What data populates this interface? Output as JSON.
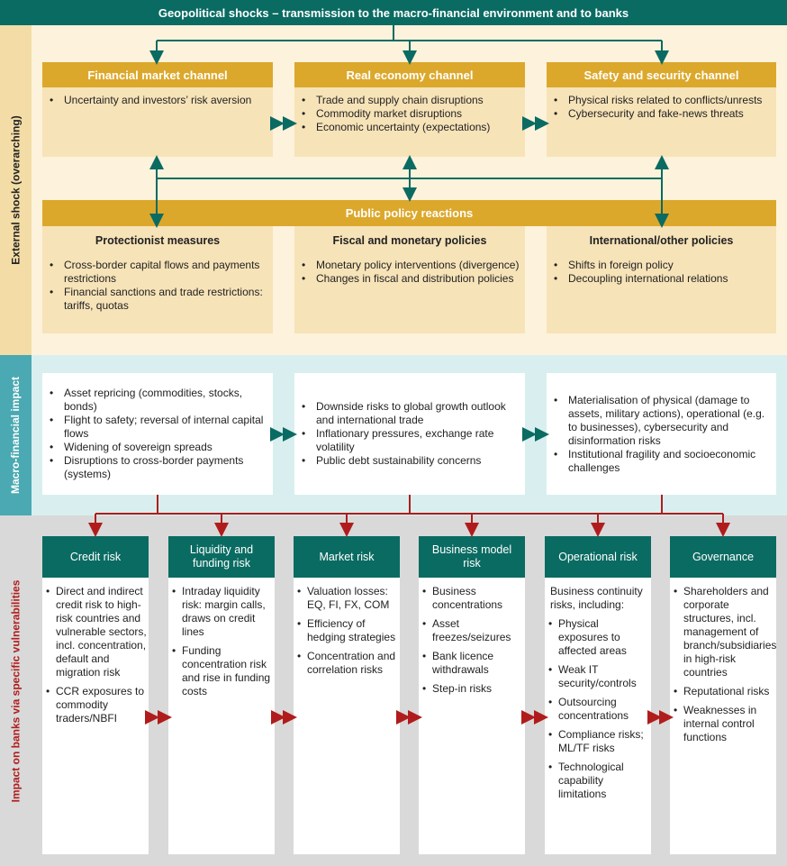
{
  "title": "Geopolitical shocks – transmission to the macro-financial environment and to banks",
  "side_labels": {
    "external": "External shock (overarching)",
    "macro": "Macro-financial impact",
    "banks": "Impact on banks via specific vulnerabilities"
  },
  "channels": [
    {
      "title": "Financial market channel",
      "items": [
        "Uncertainty and investors’ risk aversion"
      ]
    },
    {
      "title": "Real economy channel",
      "items": [
        "Trade and supply chain disruptions",
        "Commodity market disruptions",
        "Economic uncertainty (expectations)"
      ]
    },
    {
      "title": "Safety and security channel",
      "items": [
        "Physical risks related to conflicts/unrests",
        "Cybersecurity and fake-news threats"
      ]
    }
  ],
  "policy": {
    "title": "Public policy reactions",
    "columns": [
      {
        "title": "Protectionist measures",
        "items": [
          "Cross-border capital flows and payments restrictions",
          "Financial sanctions and trade restrictions: tariffs, quotas"
        ]
      },
      {
        "title": "Fiscal and monetary policies",
        "items": [
          "Monetary policy interventions (divergence)",
          "Changes in fiscal and distribution policies"
        ]
      },
      {
        "title": "International/other policies",
        "items": [
          "Shifts in foreign policy",
          "Decoupling international relations"
        ]
      }
    ]
  },
  "macro": [
    {
      "items": [
        "Asset repricing (commodities, stocks, bonds)",
        "Flight to safety; reversal of internal capital flows",
        "Widening of sovereign spreads",
        "Disruptions to cross-border payments (systems)"
      ]
    },
    {
      "items": [
        "Downside risks to global growth outlook and international trade",
        "Inflationary pressures, exchange rate volatility",
        "Public debt sustainability concerns"
      ]
    },
    {
      "items": [
        "Materialisation of physical (damage to assets, military actions), operational (e.g. to businesses), cybersecurity and disinformation risks",
        "Institutional fragility and socioeconomic challenges"
      ]
    }
  ],
  "risks": [
    {
      "title": "Credit risk",
      "items": [
        "Direct and indirect credit risk to high-risk countries and vulnerable sectors, incl. concentration, default and migration risk",
        "CCR exposures to commodity traders/NBFI"
      ]
    },
    {
      "title": "Liquidity and funding risk",
      "items": [
        "Intraday liquidity risk: margin calls, draws on credit lines",
        "Funding concentration risk and rise in funding costs"
      ]
    },
    {
      "title": "Market risk",
      "items": [
        "Valuation losses: EQ, FI, FX, COM",
        "Efficiency of hedging strategies",
        "Concentration and correlation risks"
      ]
    },
    {
      "title": "Business model risk",
      "items": [
        "Business concentrations",
        "Asset freezes/seizures",
        "Bank licence withdrawals",
        "Step-in risks"
      ]
    },
    {
      "title": "Operational risk",
      "intro": "Business continuity risks, including:",
      "items": [
        "Physical exposures to affected areas",
        "Weak IT security/controls",
        "Outsourcing concentrations",
        "Compliance risks; ML/TF risks",
        "Technological capability limitations"
      ]
    },
    {
      "title": "Governance",
      "items": [
        "Shareholders and corporate structures, incl. management of branch/subsidiaries in high-risk countries",
        "Reputational risks",
        "Weaknesses in internal control functions"
      ]
    }
  ],
  "colors": {
    "teal": "#0a6b62",
    "gold": "#dca82c",
    "tan_band": "#fdf2db",
    "tan_box": "#f7e3b8",
    "side_tan": "#f3dca6",
    "cyan_band": "#d9efef",
    "side_teal": "#4aa9b2",
    "grey_band": "#d9d9d9",
    "dark_red": "#b01c1c"
  }
}
